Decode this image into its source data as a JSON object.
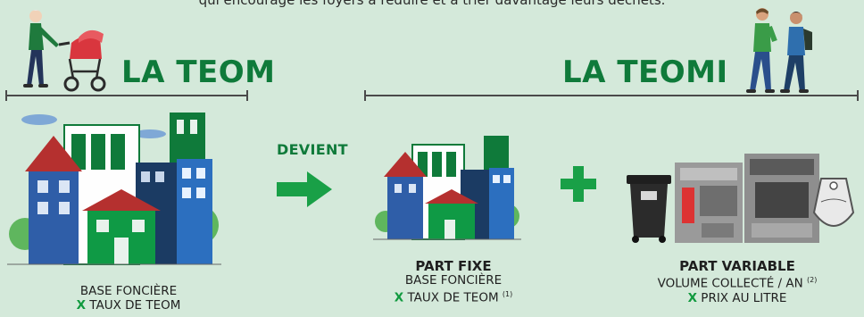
{
  "intro_text": "qui encourage les foyers à réduire et à trier davantage leurs déchets.",
  "left": {
    "heading": "LA TEOM",
    "caption_line1": "BASE FONCIÈRE",
    "caption_x": "x",
    "caption_line2": "TAUX DE TEOM"
  },
  "transition": {
    "label": "DEVIENT"
  },
  "right": {
    "heading": "LA TEOMI",
    "fixed": {
      "title": "PART FIXE",
      "line1": "BASE FONCIÈRE",
      "x": "x",
      "line2": "TAUX DE TEOM",
      "note": "(1)"
    },
    "variable": {
      "title": "PART VARIABLE",
      "line1": "VOLUME COLLECTÉ / AN",
      "note": "(2)",
      "x": "x",
      "line2": "PRIX AU LITRE"
    }
  },
  "colors": {
    "background": "#d4e9da",
    "accent_green": "#0f7a3a",
    "bright_green": "#119a3f"
  },
  "icons": [
    "grandmother-stroller-illustration",
    "walking-couple-illustration",
    "city-buildings-illustration",
    "arrow-right-icon",
    "plus-icon",
    "trash-bin-image",
    "waste-terminal-image",
    "rfid-key-tag-image"
  ]
}
